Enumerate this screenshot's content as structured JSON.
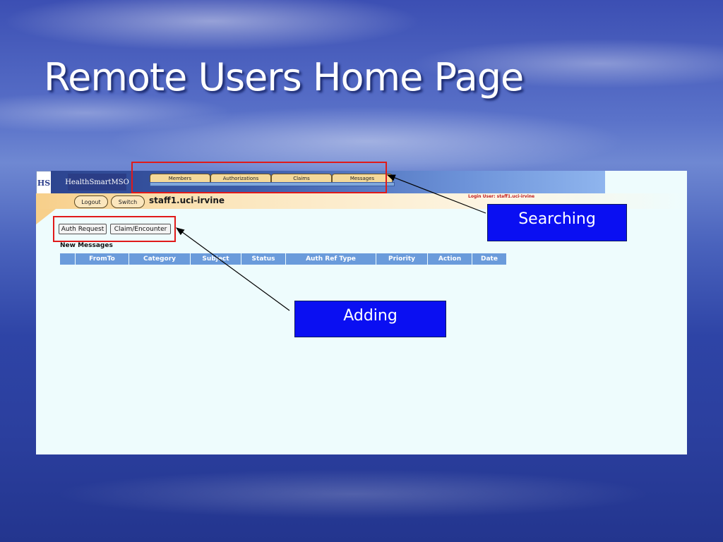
{
  "slide": {
    "title": "Remote Users Home Page"
  },
  "app": {
    "logo": "HS",
    "brand": "HealthSmartMSO",
    "tabs": [
      "Members",
      "Authorizations",
      "Claims",
      "Messages"
    ],
    "toolbar": {
      "logout_label": "Logout",
      "switch_label": "Switch",
      "user_name": "staff1.uci-irvine",
      "login_user": "Login User: staff1.uci-irvine"
    },
    "actions": {
      "auth_request_label": "Auth Request",
      "claim_encounter_label": "Claim/Encounter"
    },
    "messages": {
      "heading": "New Messages",
      "columns": [
        "",
        "FromTo",
        "Category",
        "Subject",
        "Status",
        "Auth Ref Type",
        "Priority",
        "Action",
        "Date"
      ]
    }
  },
  "callouts": {
    "searching": "Searching",
    "adding": "Adding"
  },
  "colors": {
    "highlight": "#e01a1a",
    "callout_bg": "#0a0ff2",
    "header_blue": "#6a9bdb",
    "tab_tan": "#f4d99a"
  }
}
